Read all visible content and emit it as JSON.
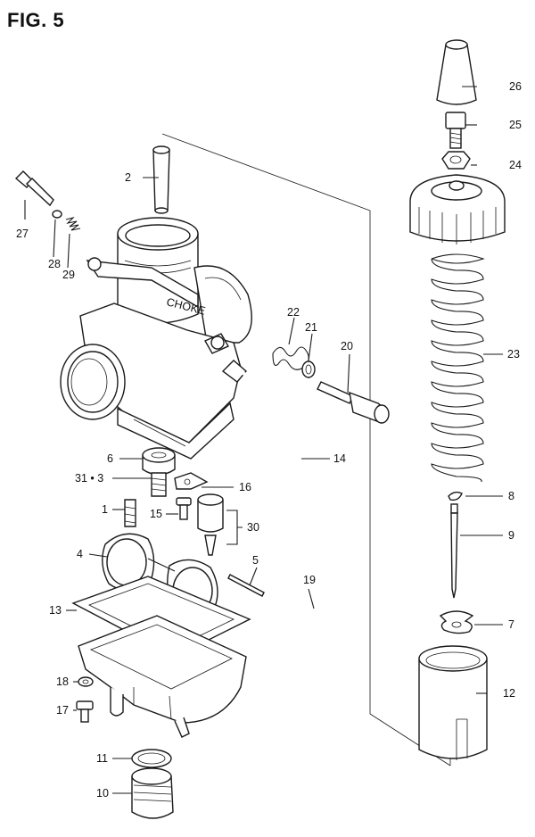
{
  "figure": {
    "title": "FIG. 5",
    "labels": {
      "p1": "1",
      "p2": "2",
      "p3": "31 • 3",
      "p4": "4",
      "p5": "5",
      "p6": "6",
      "p7": "7",
      "p8": "8",
      "p9": "9",
      "p10": "10",
      "p11": "11",
      "p12": "12",
      "p13": "13",
      "p14": "14",
      "p15": "15",
      "p16": "16",
      "p17": "17",
      "p18": "18",
      "p19": "19",
      "p20": "20",
      "p21": "21",
      "p22": "22",
      "p23": "23",
      "p24": "24",
      "p25": "25",
      "p26": "26",
      "p27": "27",
      "p28": "28",
      "p29": "29",
      "p30": "30"
    },
    "body_stamp": "CHOKE"
  }
}
